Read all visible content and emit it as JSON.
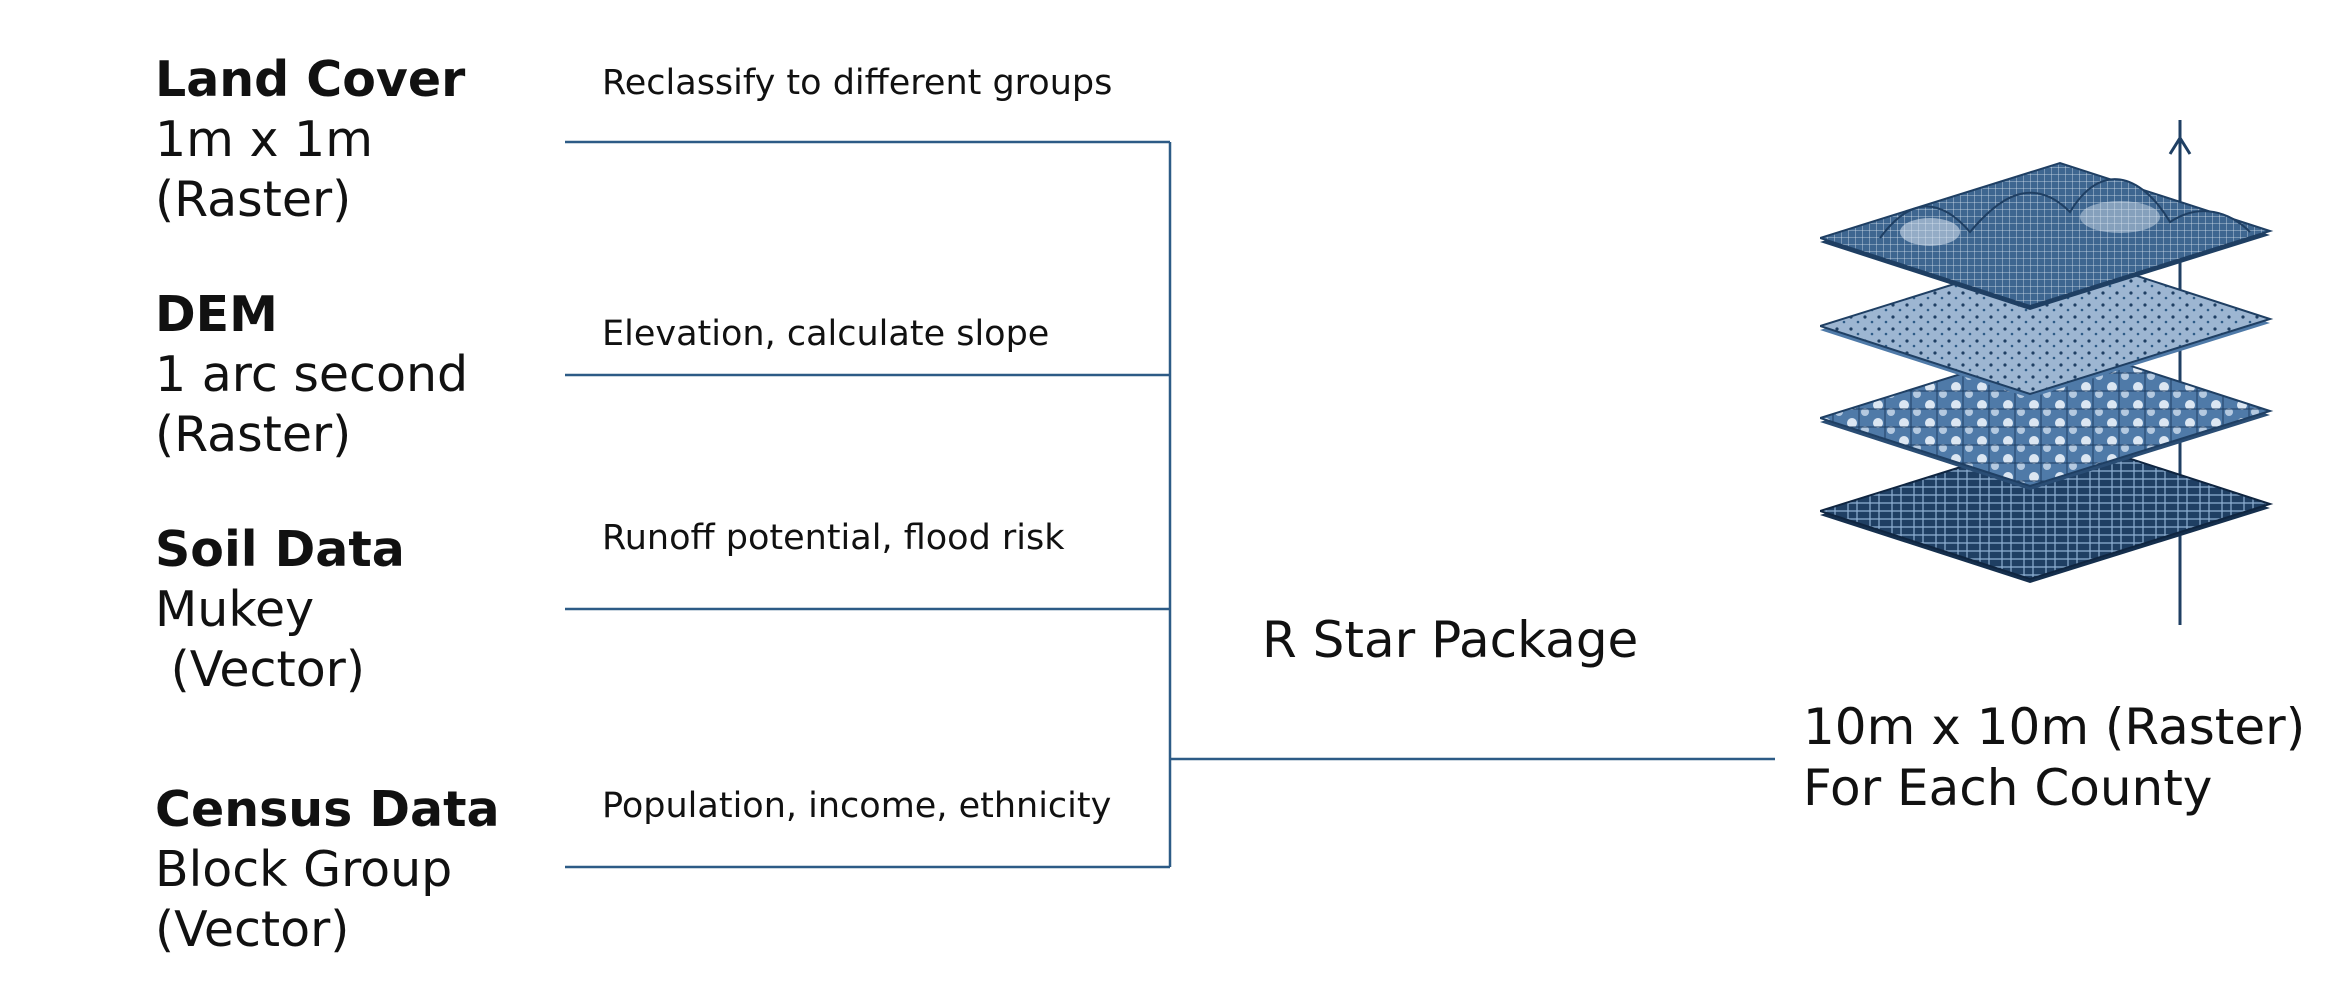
{
  "sources": [
    {
      "name": "Land Cover",
      "line1": "1m x 1m",
      "line2": "(Raster)",
      "operation": "Reclassify to different groups"
    },
    {
      "name": "DEM",
      "line1": "1 arc second",
      "line2": "(Raster)",
      "operation": "Elevation, calculate slope"
    },
    {
      "name": "Soil Data",
      "line1": "Mukey",
      "line2": " (Vector)",
      "operation": "Runoff potential, flood risk"
    },
    {
      "name": "Census Data",
      "line1": "Block Group",
      "line2": "(Vector)",
      "operation": "Population, income, ethnicity"
    }
  ],
  "package_label": "R Star Package",
  "output": {
    "line1": "10m x 10m (Raster)",
    "line2": "For Each County"
  },
  "colors": {
    "connector": "#2d5b86",
    "layer_dark": "#1f3f63",
    "layer_mid": "#4f7aa8",
    "layer_light": "#c7d6e8"
  },
  "icons": [
    "raster-layer-stack-icon"
  ]
}
